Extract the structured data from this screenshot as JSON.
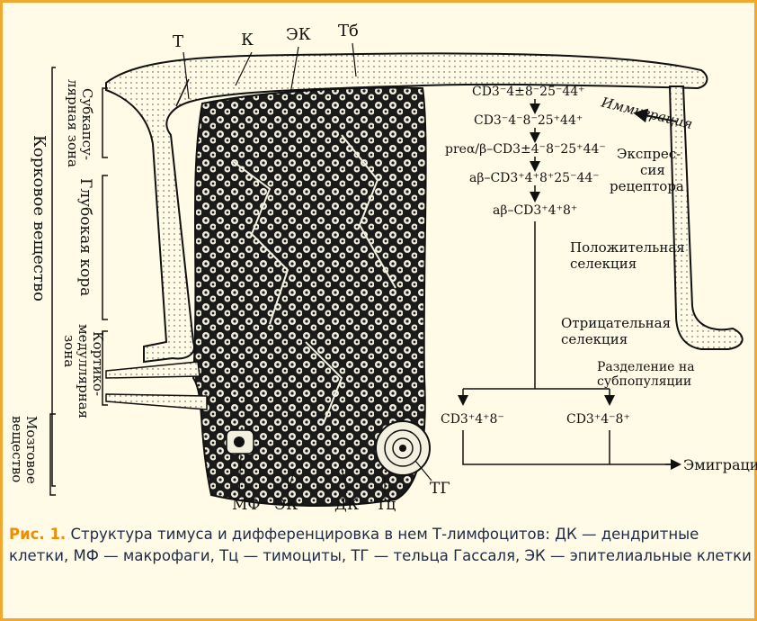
{
  "diagram": {
    "top_labels": {
      "t": "Т",
      "k": "К",
      "ek": "ЭК",
      "tb": "Тб"
    },
    "left_labels": {
      "cortex": "Корковое вещество",
      "subcapsular_1": "Субкапсу-",
      "subcapsular_2": "лярная зона",
      "deep_cortex": "Глубокая кора",
      "corticomedullary_1": "Кортико-",
      "corticomedullary_2": "медуллярная",
      "corticomedullary_3": "зона",
      "medulla_1": "Мозговое",
      "medulla_2": "вещество"
    },
    "bottom_labels": {
      "mf": "МФ",
      "ek": "ЭК",
      "dk": "ДК",
      "tc": "Тц",
      "tg": "ТГ"
    },
    "stages": [
      "CD3⁻4±8⁻25⁻44⁺",
      "CD3⁻4⁻8⁻25⁺44⁺",
      "preα/β–CD3±4⁻8⁻25⁺44⁻",
      "aβ–CD3⁺4⁺8⁺25⁻44⁻",
      "aβ–CD3⁺4⁺8⁺"
    ],
    "immigration": "Иммиграция",
    "expression_1": "Экспрес-",
    "expression_2": "сия",
    "expression_3": "рецептора",
    "positive_1": "Положительная",
    "positive_2": "селекция",
    "negative_1": "Отрицательная",
    "negative_2": "селекция",
    "division_1": "Разделение на",
    "division_2": "субпопуляции",
    "subpop_left": "CD3⁺4⁺8⁻",
    "subpop_right": "CD3⁺4⁻8⁺",
    "emigration": "Эмиграция"
  },
  "caption": {
    "figure_label": "Рис. 1.",
    "text": " Структура тимуса и дифференцировка в нем Т-лимфоцитов: ДК — дендритные клетки, МФ — макрофаги, Тц — тимоциты, ТГ — тельца Гассаля, ЭК — эпителиальные клетки"
  }
}
